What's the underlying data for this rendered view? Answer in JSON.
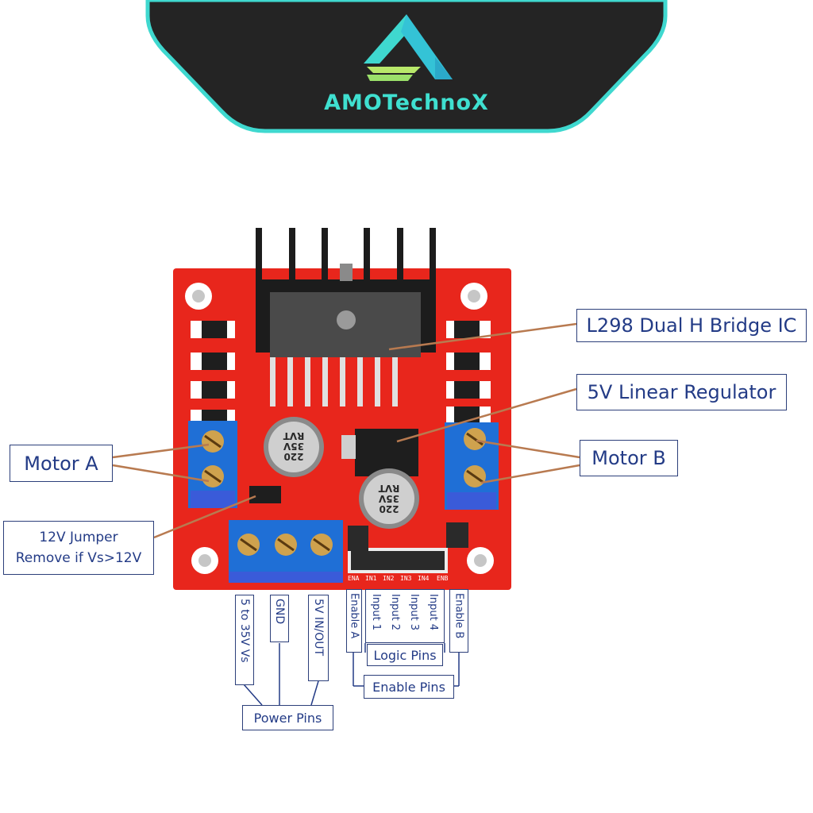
{
  "brand": {
    "name": "AMOTechnoX"
  },
  "labels": {
    "ic": "L298 Dual H Bridge IC",
    "regulator": "5V Linear Regulator",
    "motor_a": "Motor A",
    "motor_b": "Motor B",
    "jumper_line1": "12V Jumper",
    "jumper_line2": "Remove if Vs>12V",
    "power_vs": "5 to 35V Vs",
    "power_gnd": "GND",
    "power_5v": "5V IN/OUT",
    "power_pins": "Power Pins",
    "enable_a": "Enable A",
    "input_1": "Input 1",
    "input_2": "Input 2",
    "input_3": "Input 3",
    "input_4": "Input 4",
    "enable_b": "Enable B",
    "logic_pins": "Logic Pins",
    "enable_pins": "Enable Pins"
  },
  "board": {
    "silkscreen": [
      "ENA",
      "IN1",
      "IN2",
      "IN3",
      "IN4",
      "ENB"
    ],
    "cap_text": [
      "220",
      "35V",
      "RVT"
    ]
  },
  "colors": {
    "pcb": "#e8261c",
    "terminal": "#1f6fd6",
    "label_border": "#2c3f7a",
    "label_text": "#233b86",
    "leader": "#b87a50",
    "banner": "#242424",
    "banner_outline": "#3fd8cf"
  }
}
